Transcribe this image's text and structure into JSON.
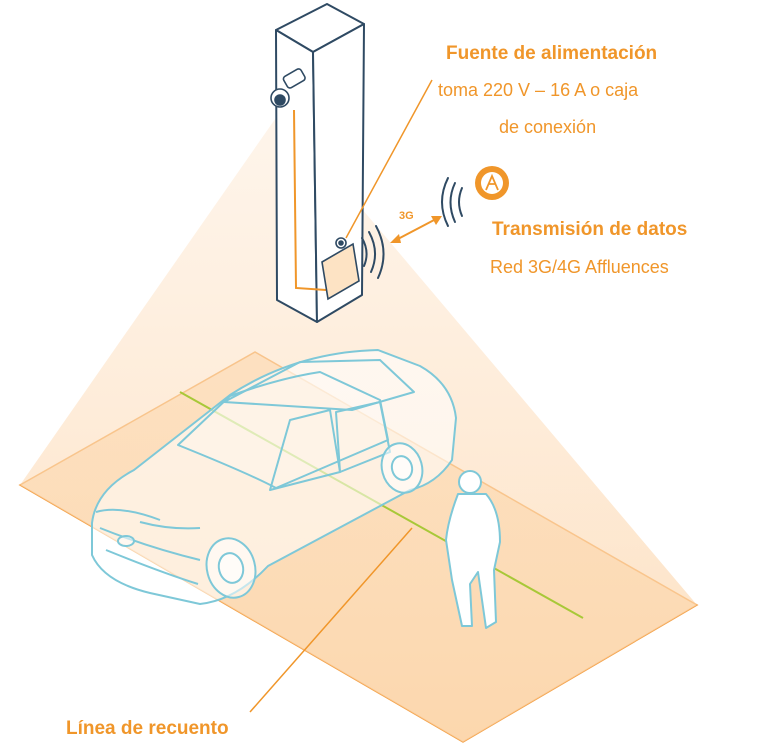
{
  "labels": {
    "power_title": "Fuente de alimentación",
    "power_line1": "toma 220 V – 16 A o caja",
    "power_line2": "de conexión",
    "link_tag": "3G",
    "data_title": "Transmisión de datos",
    "data_sub": "Red 3G/4G Affluences",
    "count_line": "Línea de recuento"
  },
  "icons": {
    "camera": "dome-camera-icon",
    "sensor": "counting-sensor-icon",
    "wifi": "wireless-signal-icon",
    "cloud": "affluences-logo-icon",
    "arrow": "double-arrow-icon"
  },
  "colors": {
    "accent": "#f0962a",
    "floor": "#fde3c4",
    "light_cone": "#fcd9b0",
    "car_outline": "#7ec8d8",
    "pole_outline": "#2f4a63",
    "count_line": "#a8c838",
    "person": "#ffffff"
  }
}
